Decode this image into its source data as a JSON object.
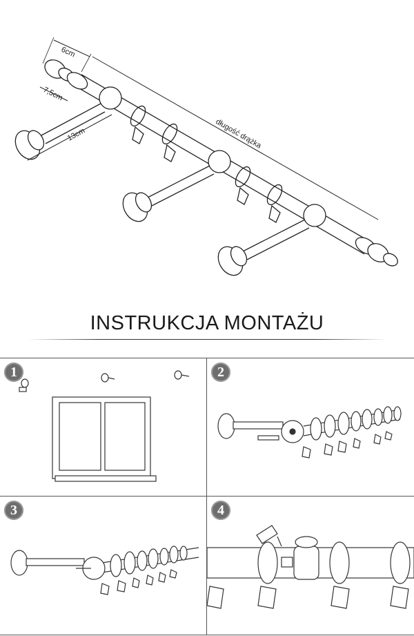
{
  "dimensions": {
    "finial_width": "6cm",
    "bracket_offset": "7,5cm",
    "bracket_length": "13cm",
    "rod_length": "długość drążka"
  },
  "title": "INSTRUKCJA MONTAŻU",
  "steps": [
    {
      "number": "1"
    },
    {
      "number": "2"
    },
    {
      "number": "3"
    },
    {
      "number": "4"
    }
  ]
}
